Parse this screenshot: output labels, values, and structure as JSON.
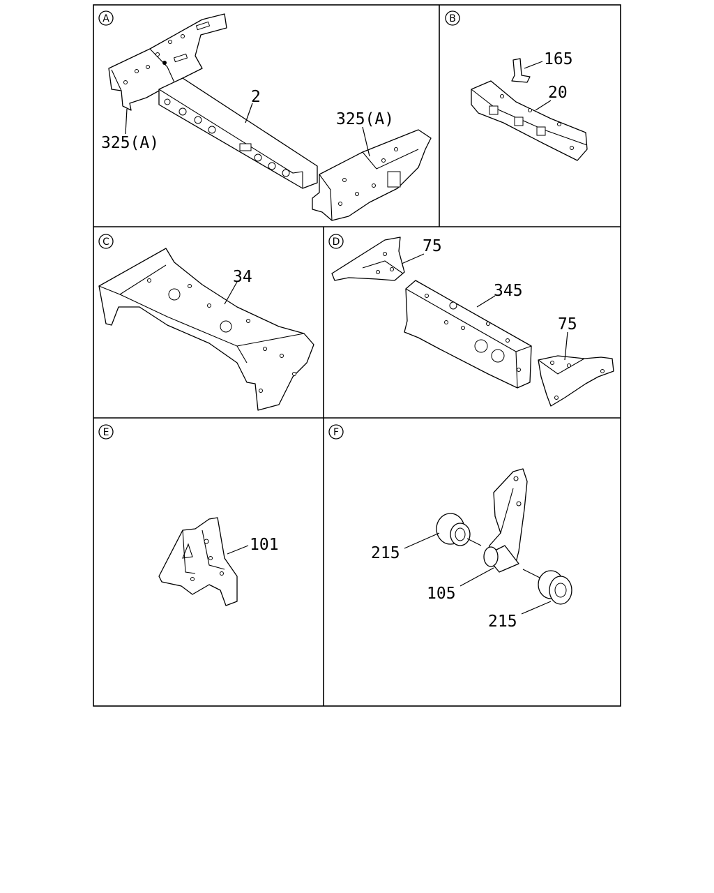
{
  "sections": [
    {
      "letter": "A",
      "callouts": [
        "2",
        "325(A)",
        "325(A)"
      ]
    },
    {
      "letter": "B",
      "callouts": [
        "165",
        "20"
      ]
    },
    {
      "letter": "C",
      "callouts": [
        "34"
      ]
    },
    {
      "letter": "D",
      "callouts": [
        "75",
        "345",
        "75"
      ]
    },
    {
      "letter": "E",
      "callouts": [
        "101"
      ]
    },
    {
      "letter": "F",
      "callouts": [
        "215",
        "105",
        "215"
      ]
    }
  ]
}
